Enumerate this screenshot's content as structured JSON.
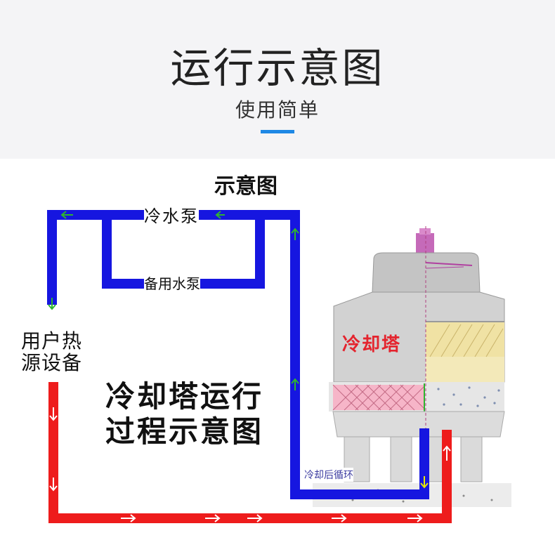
{
  "header": {
    "title": "运行示意图",
    "subtitle": "使用简单",
    "accent_color": "#1e88e5"
  },
  "diagram": {
    "title": "示意图",
    "labels": {
      "cold_pump": "冷水泵",
      "backup_pump": "备用水泵",
      "user_equipment": "用户热源设备",
      "process": "冷却塔运行过程示意图",
      "tower": "冷却塔",
      "after_cooling": "冷却后循环"
    },
    "colors": {
      "cold_pipe": "#1616e0",
      "hot_pipe": "#ee1c1c",
      "tower_name": "#e4242e"
    }
  }
}
